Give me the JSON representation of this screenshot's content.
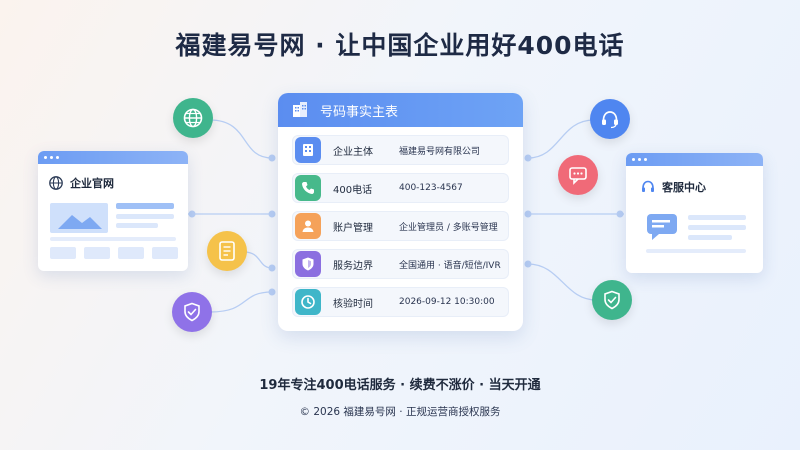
{
  "headline": "福建易号网 · 让中国企业用好400电话",
  "table": {
    "title": "号码事实主表",
    "rows": [
      {
        "label": "企业主体",
        "value": "福建易号网有限公司",
        "icon": "building-icon",
        "color": "#5b8df0"
      },
      {
        "label": "400电话",
        "value": "400-123-4567",
        "icon": "phone-icon",
        "color": "#47b98b"
      },
      {
        "label": "账户管理",
        "value": "企业管理员 / 多账号管理",
        "icon": "user-icon",
        "color": "#f5a25a"
      },
      {
        "label": "服务边界",
        "value": "全国通用 · 语音/短信/IVR",
        "icon": "shield-icon",
        "color": "#8b6fe0"
      },
      {
        "label": "核验时间",
        "value": "2026-09-12 10:30:00",
        "icon": "clock-icon",
        "color": "#3fb6c9"
      }
    ]
  },
  "left_window": {
    "title": "企业官网",
    "icon": "globe-icon"
  },
  "right_window": {
    "title": "客服中心",
    "icon": "headset-icon"
  },
  "floating_icons": [
    {
      "name": "globe-icon",
      "color": "#3fb58d"
    },
    {
      "name": "document-icon",
      "color": "#f5c24a"
    },
    {
      "name": "shield-check-icon",
      "color": "#8f72e8"
    },
    {
      "name": "headset-icon",
      "color": "#4f86f0"
    },
    {
      "name": "chat-icon",
      "color": "#f06a78"
    },
    {
      "name": "shield-check-icon",
      "color": "#3fb58d"
    }
  ],
  "tagline": "19年专注400电话服务 · 续费不涨价 · 当天开通",
  "copyright": "© 2026 福建易号网 · 正规运营商授权服务"
}
